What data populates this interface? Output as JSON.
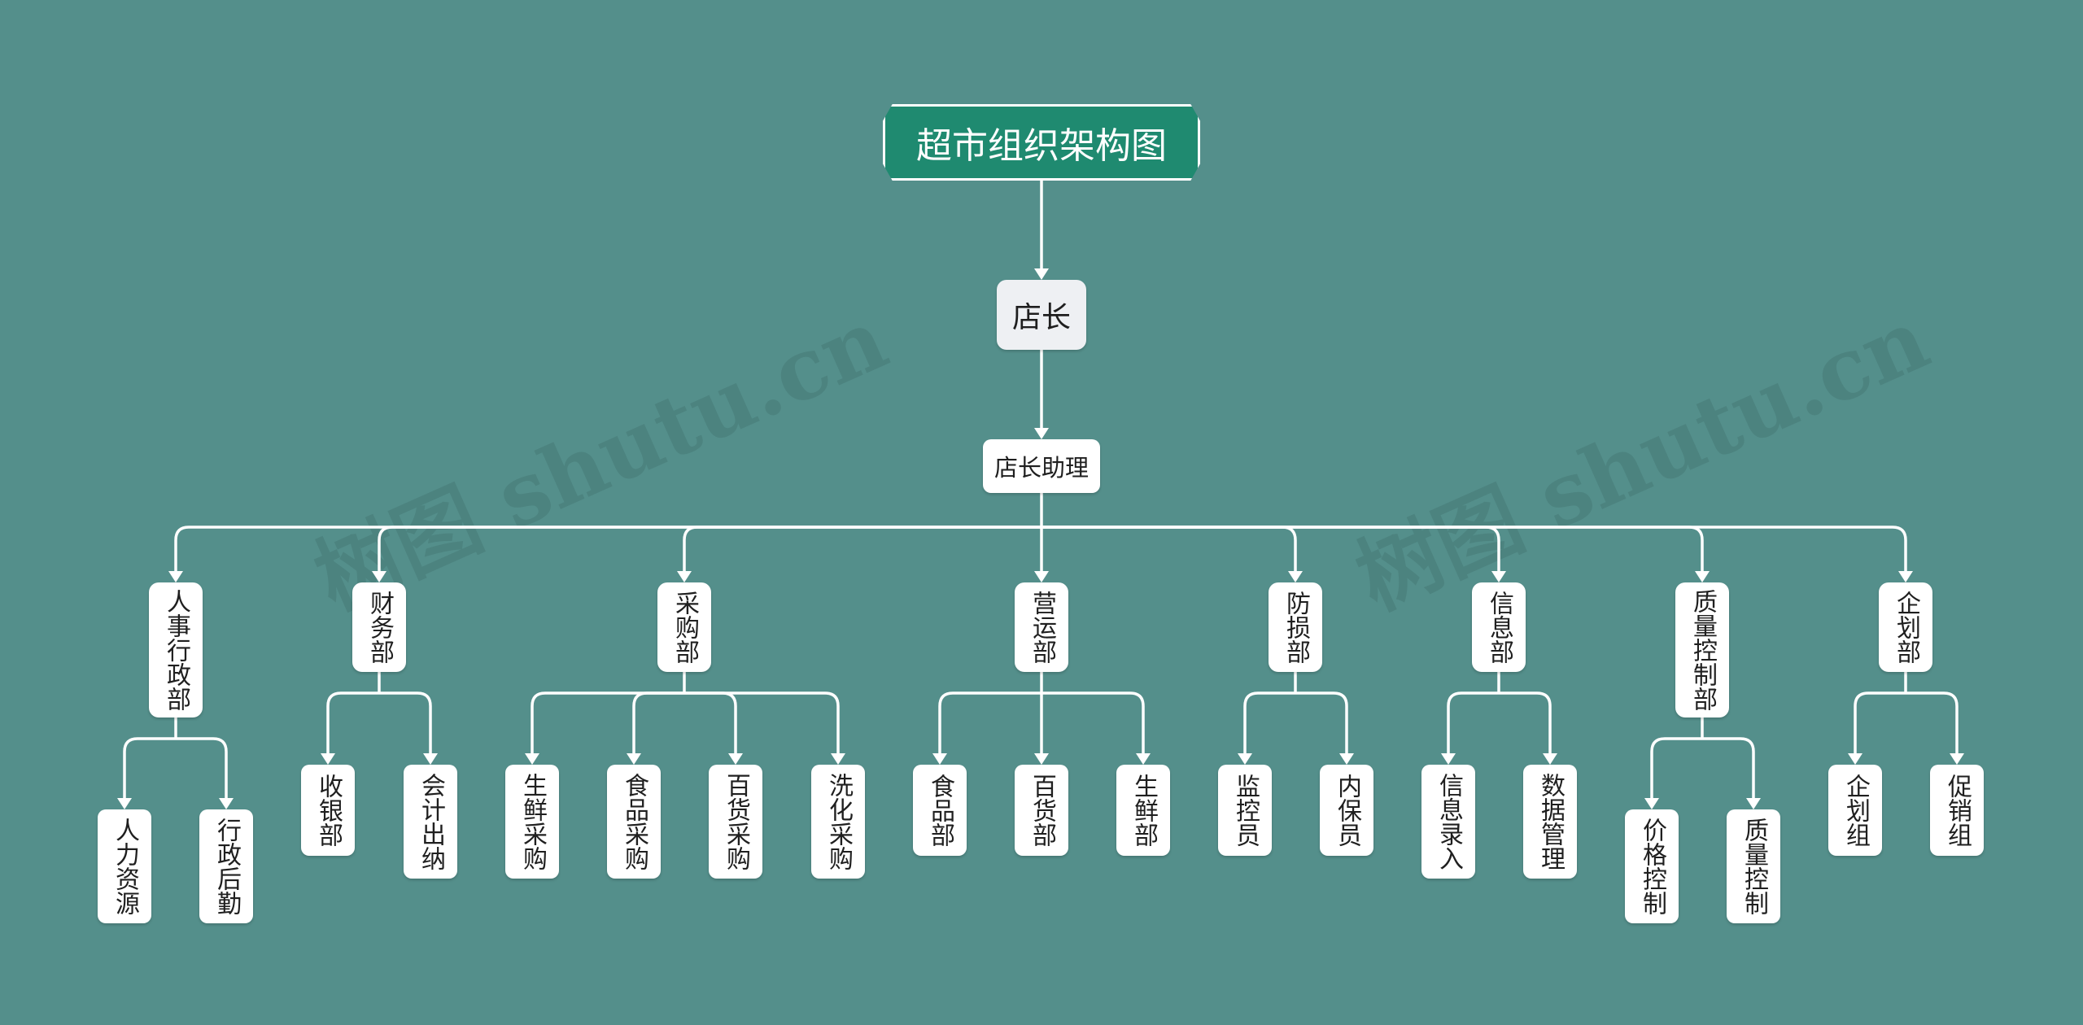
{
  "watermark": "树图 shutu.cn",
  "colors": {
    "background": "#548f8b",
    "root_fill": "#1f8a70",
    "node_fill": "#ffffff",
    "connector": "#ffffff"
  },
  "org": {
    "title": "超市组织架构图",
    "manager": "店长",
    "assistant": "店长助理",
    "departments": [
      {
        "name": "人事行政部",
        "children": [
          "人力资源",
          "行政后勤"
        ]
      },
      {
        "name": "财务部",
        "children": [
          "收银部",
          "会计出纳"
        ]
      },
      {
        "name": "采购部",
        "children": [
          "生鲜采购",
          "食品采购",
          "百货采购",
          "洗化采购"
        ]
      },
      {
        "name": "营运部",
        "children": [
          "食品部",
          "百货部",
          "生鲜部"
        ]
      },
      {
        "name": "防损部",
        "children": [
          "监控员",
          "内保员"
        ]
      },
      {
        "name": "信息部",
        "children": [
          "信息录入",
          "数据管理"
        ]
      },
      {
        "name": "质量控制部",
        "children": [
          "价格控制",
          "质量控制"
        ]
      },
      {
        "name": "企划部",
        "children": [
          "企划组",
          "促销组"
        ]
      }
    ]
  }
}
